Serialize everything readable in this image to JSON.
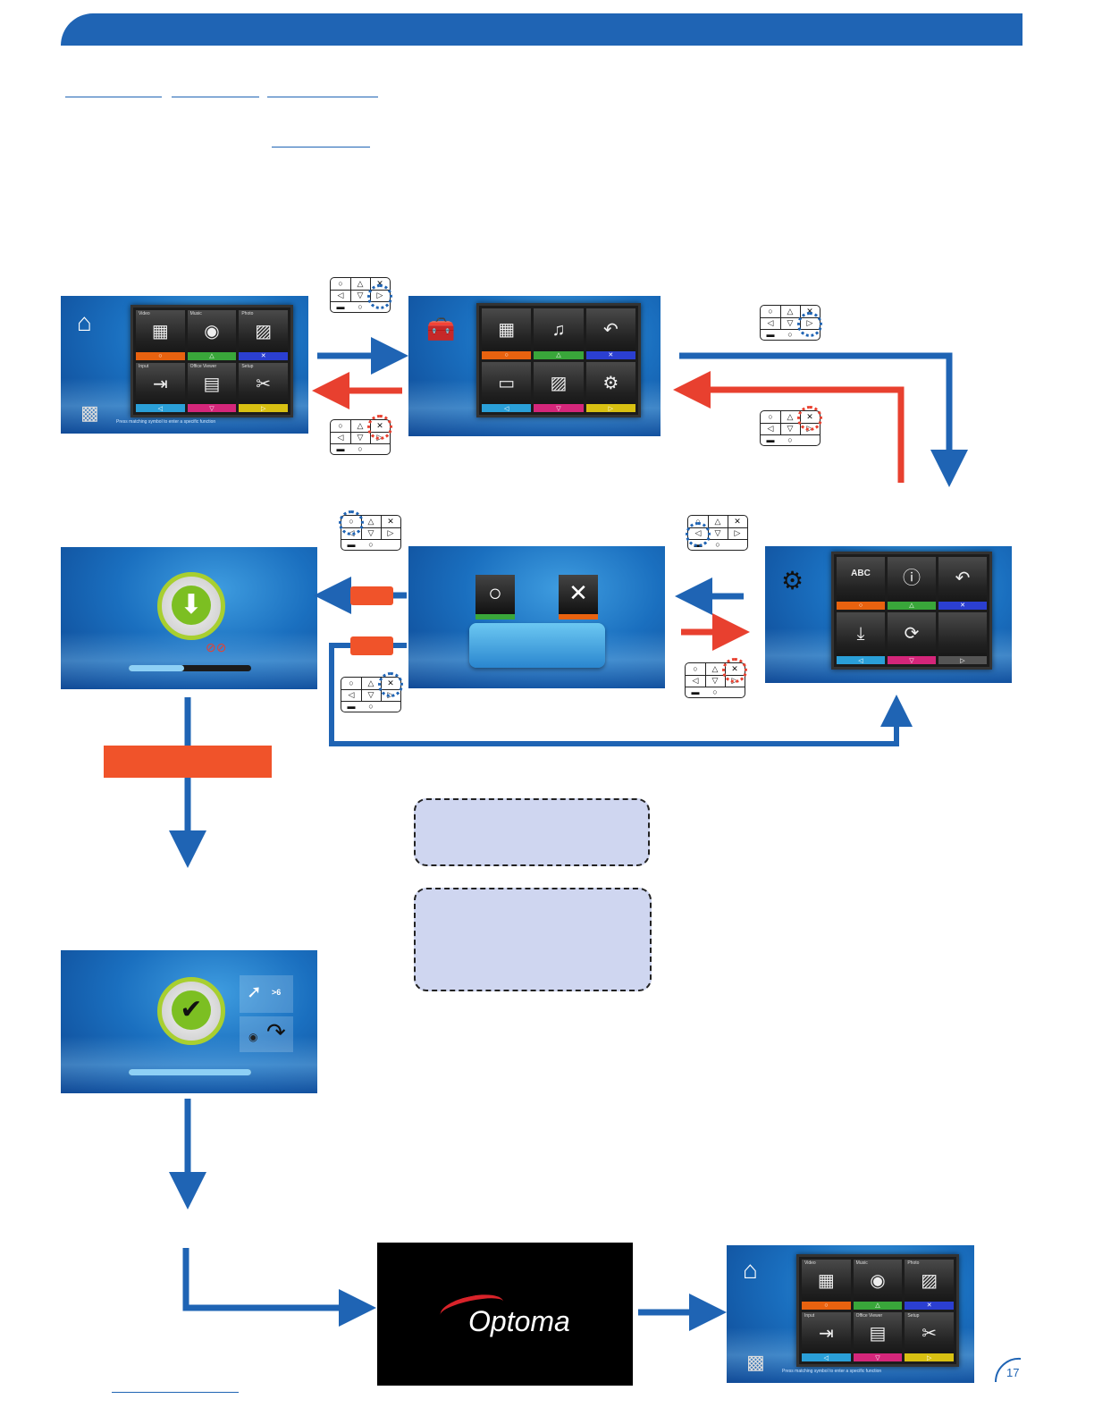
{
  "page": {
    "number": "17"
  },
  "menus": {
    "main": {
      "tiles": [
        {
          "label": "Video",
          "icon": "film-icon",
          "bar_symbol": "○"
        },
        {
          "label": "Music",
          "icon": "disc-icon",
          "bar_symbol": "△"
        },
        {
          "label": "Photo",
          "icon": "picture-icon",
          "bar_symbol": "✕"
        },
        {
          "label": "Input",
          "icon": "input-icon",
          "bar_symbol": "◁"
        },
        {
          "label": "Office Viewer",
          "icon": "document-icon",
          "bar_symbol": "▽"
        },
        {
          "label": "Setup",
          "icon": "toolbox-icon",
          "bar_symbol": "▷"
        }
      ],
      "hint": "Press matching symbol to enter a specific function"
    },
    "setup": {
      "tiles": [
        {
          "label": "",
          "icon": "film-settings-icon",
          "bar_symbol": "○"
        },
        {
          "label": "",
          "icon": "music-settings-icon",
          "bar_symbol": "△"
        },
        {
          "label": "",
          "icon": "return-icon",
          "bar_symbol": "✕"
        },
        {
          "label": "",
          "icon": "display-settings-icon",
          "bar_symbol": "◁"
        },
        {
          "label": "",
          "icon": "photo-settings-icon",
          "bar_symbol": "▽"
        },
        {
          "label": "",
          "icon": "gear-icon",
          "bar_symbol": "▷"
        }
      ]
    },
    "system": {
      "tiles": [
        {
          "label": "",
          "icon": "language-icon",
          "glyph": "ABC",
          "bar_symbol": "○"
        },
        {
          "label": "",
          "icon": "info-icon",
          "bar_symbol": "△"
        },
        {
          "label": "",
          "icon": "return-icon",
          "bar_symbol": "✕"
        },
        {
          "label": "",
          "icon": "download-icon",
          "bar_symbol": "◁"
        },
        {
          "label": "",
          "icon": "reset-icon",
          "bar_symbol": "▽"
        },
        {
          "label": "",
          "icon": "empty-icon",
          "bar_symbol": "▷"
        }
      ]
    }
  },
  "confirm": {
    "ok_symbol": "○",
    "cancel_symbol": "✕"
  },
  "remote_keys": [
    "○",
    "△",
    "✕",
    "◁",
    "▽",
    "▷",
    "▬",
    "○"
  ],
  "update": {
    "progress_initial": 0.45,
    "progress_done": 1.0,
    "timeout_badge": ">6"
  },
  "logo": {
    "text": "Optoma"
  },
  "colors": {
    "accent": "#1f64b4",
    "red": "#e8402f",
    "orange": "#f0532a"
  }
}
